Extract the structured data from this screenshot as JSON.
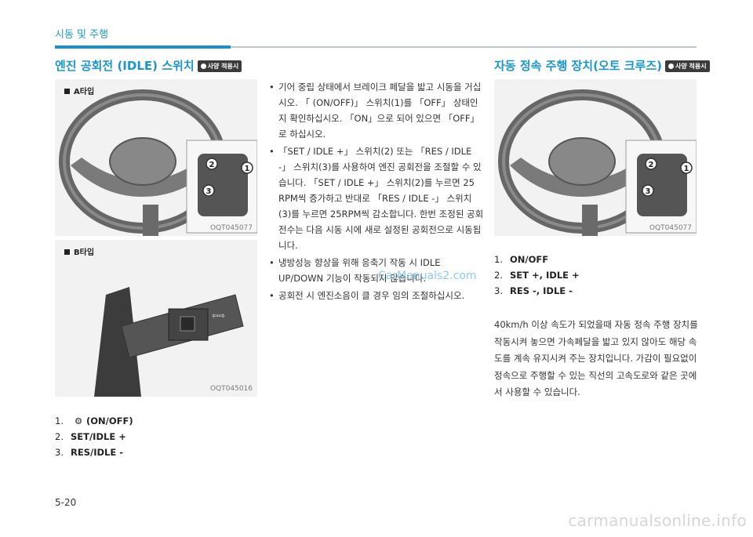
{
  "header": {
    "section": "시동 및 주행"
  },
  "left": {
    "heading": "엔진 공회전 (IDLE) 스위치",
    "badge": "사양 적용시",
    "fig_a": {
      "label": "A타입",
      "code": "OQT045077"
    },
    "fig_b": {
      "label": "B타입",
      "code": "OQT045016"
    },
    "steps": [
      {
        "num": "1.",
        "text": "(ON/OFF)"
      },
      {
        "num": "2.",
        "text": "SET/IDLE +"
      },
      {
        "num": "3.",
        "text": "RES/IDLE -"
      }
    ]
  },
  "middle": {
    "bullets": [
      "기어 중립 상태에서 브레이크 페달을 밟고 시동을 거십시오. 「 (ON/OFF)」 스위치(1)를 「OFF」 상태인지 확인하십시오. 「ON」으로 되어 있으면 「OFF」로 하십시오.",
      "「SET / IDLE +」 스위치(2) 또는 「RES / IDLE -」 스위치(3)를 사용하여 엔진 공회전을 조절할 수 있습니다. 「SET / IDLE +」 스위치(2)를 누르면 25 RPM씩 증가하고 반대로 「RES / IDLE -」 스위치(3)를 누르면 25RPM씩 감소합니다. 한번 조정된 공회전수는 다음 시동 시에 새로 설정된 공회전으로 시동됩니다.",
      "냉방성능 향상을 위해 응축기 작동 시 IDLE UP/DOWN 기능이 작동되지 않습니다.",
      "공회전 시 엔진소음이 클 경우 임의 조절하십시오."
    ],
    "watermark": "CarManuals2.com"
  },
  "right": {
    "heading": "자동 정속 주행 장치(오토 크루즈)",
    "badge": "사양 적용시",
    "fig": {
      "code": "OQT045077"
    },
    "steps": [
      {
        "num": "1.",
        "text": "ON/OFF"
      },
      {
        "num": "2.",
        "text": "SET +, IDLE +"
      },
      {
        "num": "3.",
        "text": "RES -, IDLE -"
      }
    ],
    "paragraph": "40km/h 이상 속도가 되었을때 자동 정속 주행 장치를 작동시켜 놓으면 가속페달을 밟고 있지 않아도 해당 속도를 계속 유지시켜 주는 장치입니다. 가감이 필요없이 정속으로 주행할 수 있는 직선의 고속도로와 같은 곳에서 사용할 수 있습니다."
  },
  "page_number": "5-20",
  "footer": "carmanualsonline.info",
  "colors": {
    "accent": "#1e8fc4",
    "heading": "#1a96cf",
    "figure_bg": "#f2f2f2"
  }
}
